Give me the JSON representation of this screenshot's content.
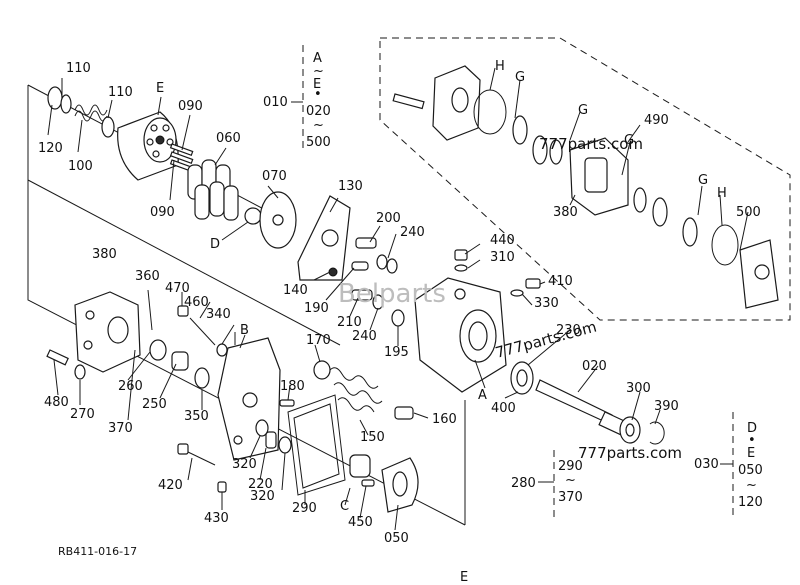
{
  "diagram": {
    "code": "RB411-016-17",
    "bottom_letter": "E",
    "watermarks": [
      "777parts.com",
      "777parts.com",
      "777parts.com",
      "Belparts"
    ],
    "labels": [
      "110",
      "110",
      "120",
      "100",
      "E",
      "090",
      "090",
      "060",
      "070",
      "D",
      "130",
      "200",
      "240",
      "140",
      "190",
      "210",
      "240",
      "195",
      "440",
      "310",
      "410",
      "330",
      "230",
      "020",
      "300",
      "390",
      "400",
      "A",
      "380",
      "360",
      "470",
      "460",
      "340",
      "B",
      "480",
      "270",
      "260",
      "250",
      "350",
      "370",
      "170",
      "180",
      "150",
      "160",
      "320",
      "320",
      "220",
      "290",
      "420",
      "430",
      "C",
      "450",
      "050",
      "490",
      "H",
      "G",
      "G",
      "G",
      "G",
      "H",
      "500",
      "380"
    ],
    "group_010": {
      "code": "010",
      "top": "A",
      "tilde1": "~",
      "mid": "E",
      "dot": "•",
      "v1": "020",
      "tilde2": "~",
      "v2": "500"
    },
    "group_280": {
      "code": "280",
      "v1": "290",
      "tilde": "~",
      "v2": "370"
    },
    "group_030": {
      "code": "030",
      "top": "D",
      "dot": "•",
      "mid": "E",
      "v1": "050",
      "tilde": "~",
      "v2": "120"
    }
  }
}
